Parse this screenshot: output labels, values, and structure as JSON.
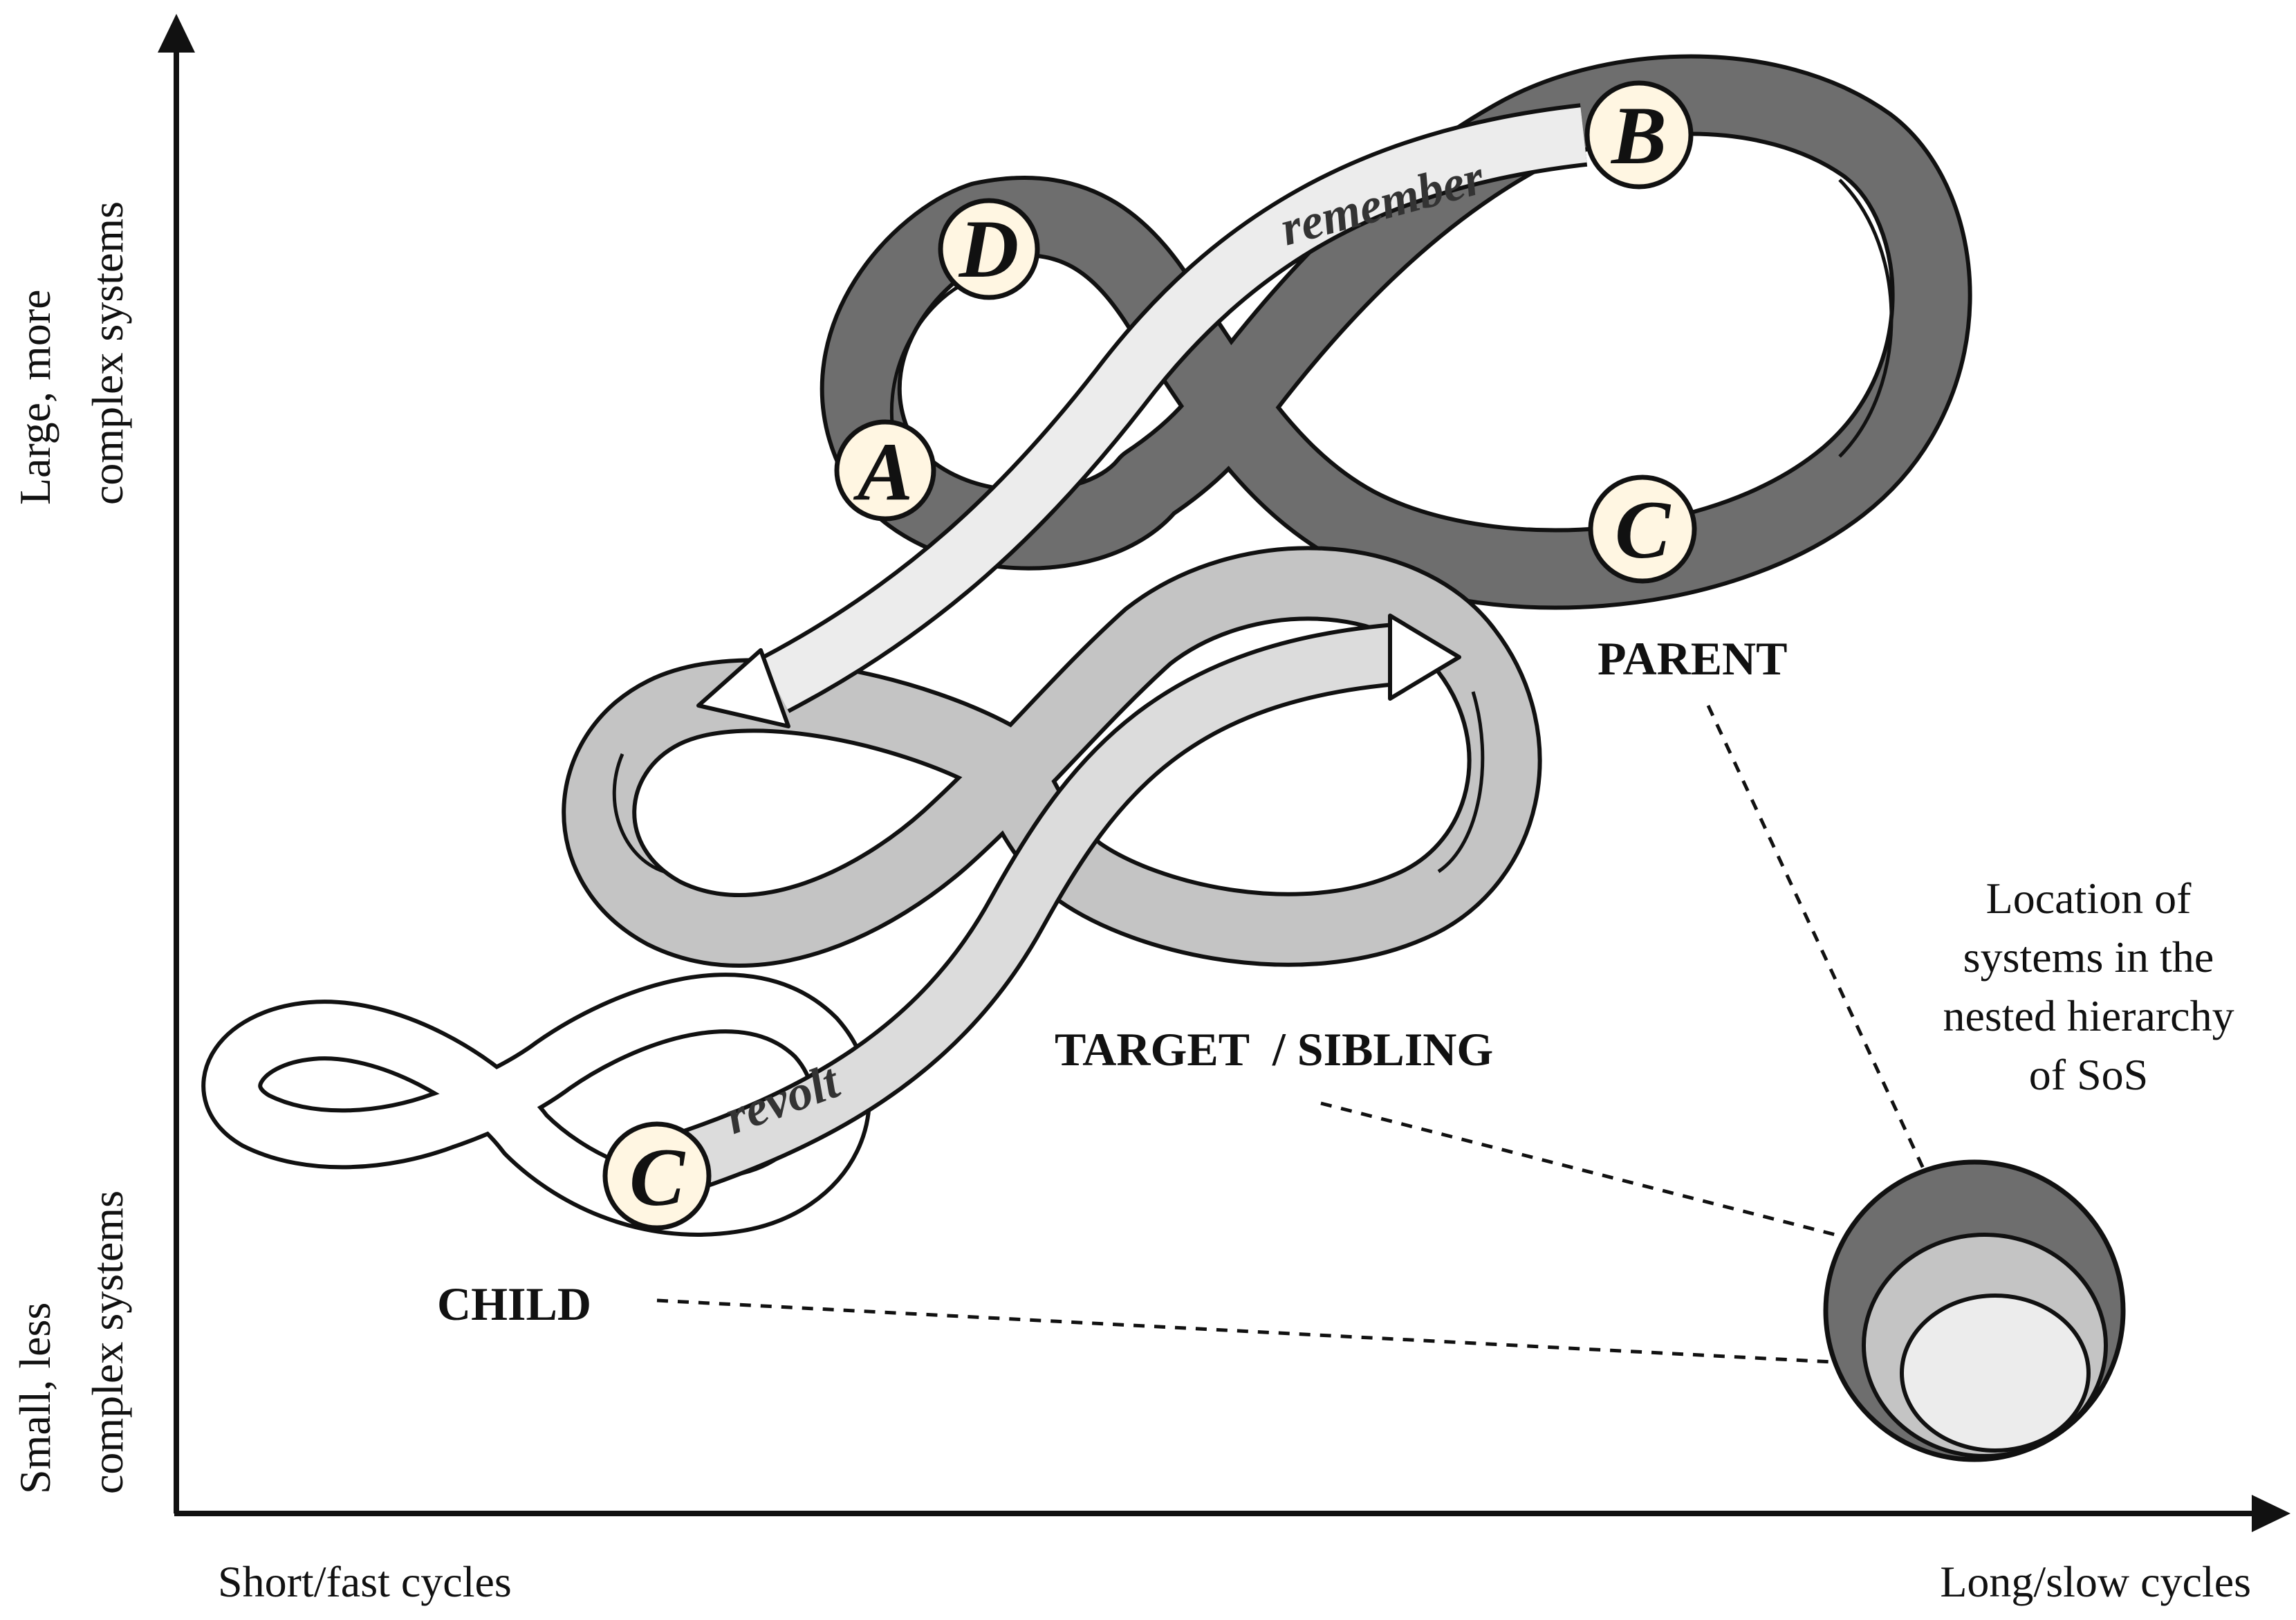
{
  "axes": {
    "y_top_line1": "Large, more",
    "y_top_line2": "complex systems",
    "y_bottom_line1": "Small, less",
    "y_bottom_line2": "complex systems",
    "x_left": "Short/fast cycles",
    "x_right": "Long/slow cycles"
  },
  "levels": {
    "parent": "PARENT",
    "target": "TARGET  / SIBLING",
    "child": "CHILD"
  },
  "nodes": {
    "a": "A",
    "b": "B",
    "c_parent": "C",
    "d": "D",
    "c_child": "C"
  },
  "ribbon_words": {
    "remember": "remember",
    "revolt": "revolt"
  },
  "legend": {
    "line1": "Location of",
    "line2": "systems in the",
    "line3": "nested hierarchy",
    "line4": "of SoS"
  },
  "colors": {
    "parent_ribbon": "#6e6e6e",
    "target_ribbon": "#c4c4c4",
    "child_ribbon": "#ffffff",
    "highlight_ribbon": "#ececec",
    "node_fill": "#fff6e2",
    "outline": "#111111"
  }
}
